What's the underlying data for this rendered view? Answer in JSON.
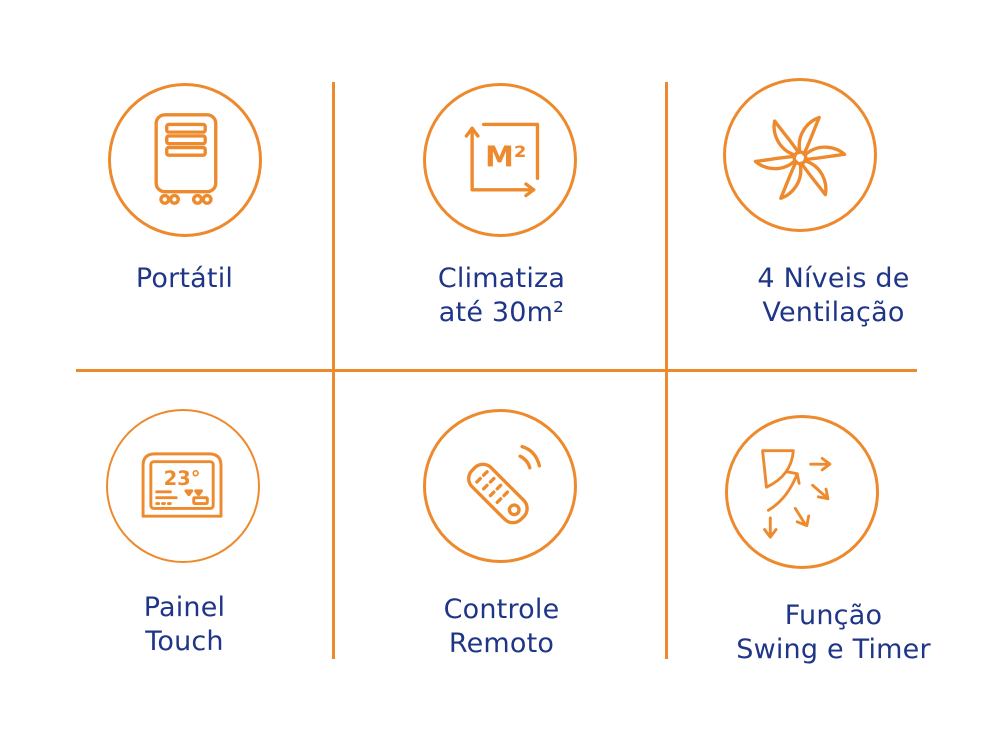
{
  "colors": {
    "accent": "#ee8a2e",
    "text": "#1f3587",
    "background": "#ffffff"
  },
  "features": [
    {
      "icon": "portable-ac-icon",
      "lines": [
        "Portátil"
      ]
    },
    {
      "icon": "area-m2-icon",
      "icon_text": "M²",
      "lines": [
        "Climatiza",
        "até 30m²"
      ]
    },
    {
      "icon": "fan-icon",
      "lines": [
        "4 Níveis de",
        "Ventilação"
      ]
    },
    {
      "icon": "touch-panel-icon",
      "icon_text": "23°",
      "lines": [
        "Painel",
        "Touch"
      ]
    },
    {
      "icon": "remote-control-icon",
      "lines": [
        "Controle",
        "Remoto"
      ]
    },
    {
      "icon": "swing-arrows-icon",
      "lines": [
        "Função",
        "Swing e Timer"
      ]
    }
  ]
}
